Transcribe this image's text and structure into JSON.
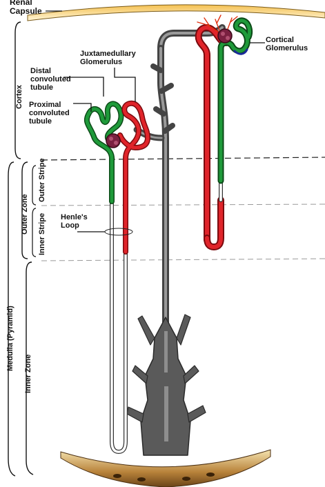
{
  "labels": {
    "renal_capsule": "Renal\nCapsule",
    "juxtamedullary": "Juxtamedullary\nGlomerulus",
    "distal": "Distal\nconvoluted\ntubule",
    "proximal": "Proximal\nconvoluted\ntubule",
    "cortical": "Cortical\nGlomerulus",
    "henle": "Henle's\nLoop"
  },
  "zones": {
    "cortex": "Cortex",
    "outer_zone": "Outer Zone",
    "outer_stripe": "Outer\nStripe",
    "inner_stripe": "Inner\nStripe",
    "medulla": "Medulla (Pyramid)",
    "inner_zone": "Inner Zone"
  },
  "colors": {
    "proximal_tubule": "#e0242a",
    "distal_tubule": "#1f9a3a",
    "collecting_duct": "#6f6f6f",
    "glomerulus": "#7a2040",
    "capsule_arc": "#f0b040",
    "papilla": "#8a5a20"
  }
}
